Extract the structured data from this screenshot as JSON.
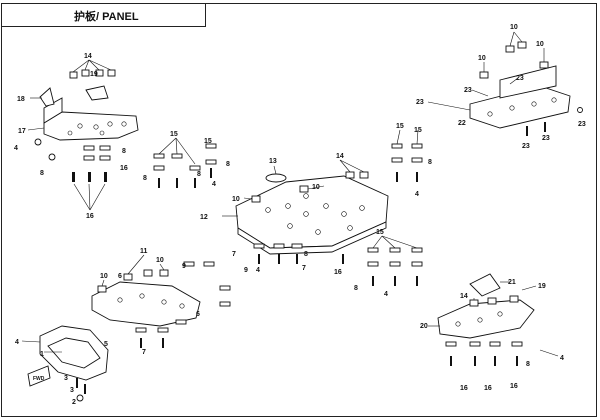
{
  "header": {
    "title": "护板/ PANEL"
  },
  "callouts": [
    {
      "id": "c14a",
      "text": "14"
    },
    {
      "id": "c19a",
      "text": "19"
    },
    {
      "id": "c18",
      "text": "18"
    },
    {
      "id": "c17",
      "text": "17"
    },
    {
      "id": "c4a",
      "text": "4"
    },
    {
      "id": "c8a",
      "text": "8"
    },
    {
      "id": "c8b",
      "text": "8"
    },
    {
      "id": "c16a",
      "text": "16"
    },
    {
      "id": "c16b",
      "text": "16"
    },
    {
      "id": "c15a",
      "text": "15"
    },
    {
      "id": "c15b",
      "text": "15"
    },
    {
      "id": "c8c",
      "text": "8"
    },
    {
      "id": "c8d",
      "text": "8"
    },
    {
      "id": "c8e",
      "text": "8"
    },
    {
      "id": "c4b",
      "text": "4"
    },
    {
      "id": "c13",
      "text": "13"
    },
    {
      "id": "c14b",
      "text": "14"
    },
    {
      "id": "c10a",
      "text": "10"
    },
    {
      "id": "c10b",
      "text": "10"
    },
    {
      "id": "c12",
      "text": "12"
    },
    {
      "id": "c4c",
      "text": "4"
    },
    {
      "id": "c8f",
      "text": "8"
    },
    {
      "id": "c7a",
      "text": "7"
    },
    {
      "id": "c16c",
      "text": "16"
    },
    {
      "id": "c15c",
      "text": "15"
    },
    {
      "id": "c15d",
      "text": "15"
    },
    {
      "id": "c8g",
      "text": "8"
    },
    {
      "id": "c4d",
      "text": "4"
    },
    {
      "id": "c10c",
      "text": "10"
    },
    {
      "id": "c10d",
      "text": "10"
    },
    {
      "id": "c10e",
      "text": "10"
    },
    {
      "id": "c23a",
      "text": "23"
    },
    {
      "id": "c23b",
      "text": "23"
    },
    {
      "id": "c23c",
      "text": "23"
    },
    {
      "id": "c22",
      "text": "22"
    },
    {
      "id": "c23d",
      "text": "23"
    },
    {
      "id": "c23e",
      "text": "23"
    },
    {
      "id": "c23f",
      "text": "23"
    },
    {
      "id": "c11",
      "text": "11"
    },
    {
      "id": "c10f",
      "text": "10"
    },
    {
      "id": "c10g",
      "text": "10"
    },
    {
      "id": "c6a",
      "text": "6"
    },
    {
      "id": "c9a",
      "text": "9"
    },
    {
      "id": "c9b",
      "text": "9"
    },
    {
      "id": "c7b",
      "text": "7"
    },
    {
      "id": "c5",
      "text": "5"
    },
    {
      "id": "c6b",
      "text": "6"
    },
    {
      "id": "c7c",
      "text": "7"
    },
    {
      "id": "c4e",
      "text": "4"
    },
    {
      "id": "c1",
      "text": "1"
    },
    {
      "id": "c2",
      "text": "2"
    },
    {
      "id": "c3a",
      "text": "3"
    },
    {
      "id": "c3b",
      "text": "3"
    },
    {
      "id": "c15e",
      "text": "15"
    },
    {
      "id": "c8h",
      "text": "8"
    },
    {
      "id": "c4f",
      "text": "4"
    },
    {
      "id": "c21",
      "text": "21"
    },
    {
      "id": "c19b",
      "text": "19"
    },
    {
      "id": "c14c",
      "text": "14"
    },
    {
      "id": "c20",
      "text": "20"
    },
    {
      "id": "c16d",
      "text": "16"
    },
    {
      "id": "c16e",
      "text": "16"
    },
    {
      "id": "c16f",
      "text": "16"
    },
    {
      "id": "c4g",
      "text": "4"
    },
    {
      "id": "c8i",
      "text": "8"
    }
  ],
  "badge": {
    "text": "FWD"
  }
}
